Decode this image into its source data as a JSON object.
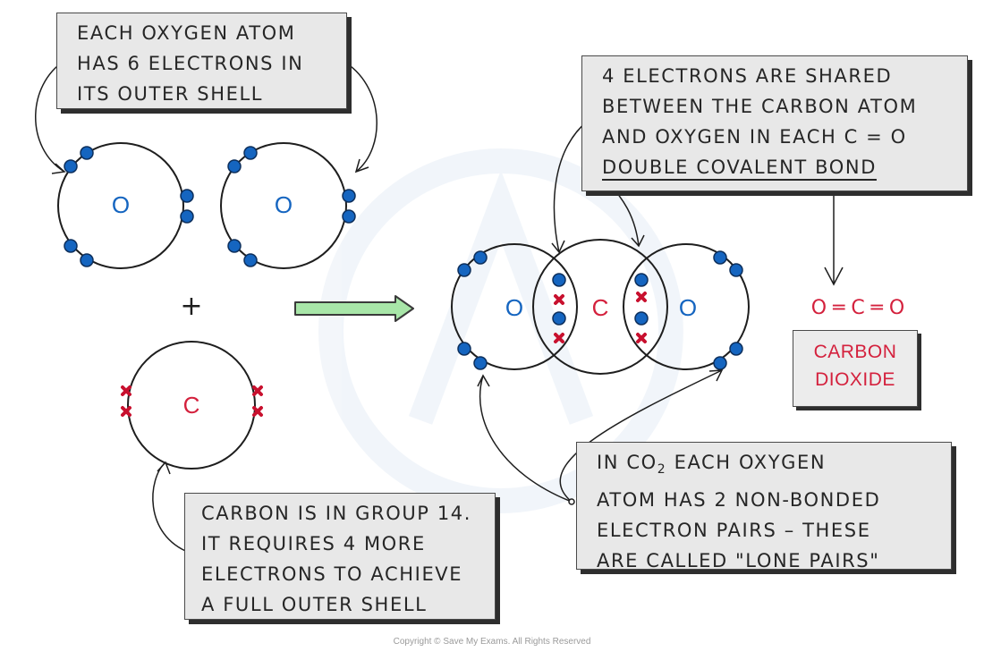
{
  "boxes": {
    "oxygen_note": [
      "EACH  OXYGEN  ATOM",
      "HAS 6 ELECTRONS IN",
      "ITS  OUTER SHELL"
    ],
    "shared_note": [
      "4  ELECTRONS  ARE  SHARED",
      "BETWEEN  THE  CARBON  ATOM",
      "AND  OXYGEN  IN  EACH  C = O",
      "DOUBLE  COVALENT  BOND"
    ],
    "carbon_note": [
      "CARBON  IS  IN  GROUP  14.",
      "IT  REQUIRES  4  MORE",
      "ELECTRONS  TO ACHIEVE",
      "A  FULL  OUTER  SHELL"
    ],
    "lone_note": {
      "line1_a": "IN  CO",
      "line1_sub": "2",
      "line1_b": "  EACH  OXYGEN",
      "line2": "ATOM  HAS 2  NON-BONDED",
      "line3": "ELECTRON  PAIRS – THESE",
      "line4": "ARE  CALLED  \"LONE  PAIRS\""
    }
  },
  "atoms": {
    "oxygen_symbol": "O",
    "carbon_symbol": "C"
  },
  "plus_sign": "+",
  "formula": "O ═ C ═ O",
  "compound_name": [
    "CARBON",
    "DIOXIDE"
  ],
  "copyright": "Copyright © Save My Exams. All Rights Reserved",
  "colors": {
    "oxygen": "#1565c0",
    "carbon": "#d4213d",
    "arrow_fill": "#a8e6a8",
    "box_fill": "#e8e8e8"
  }
}
